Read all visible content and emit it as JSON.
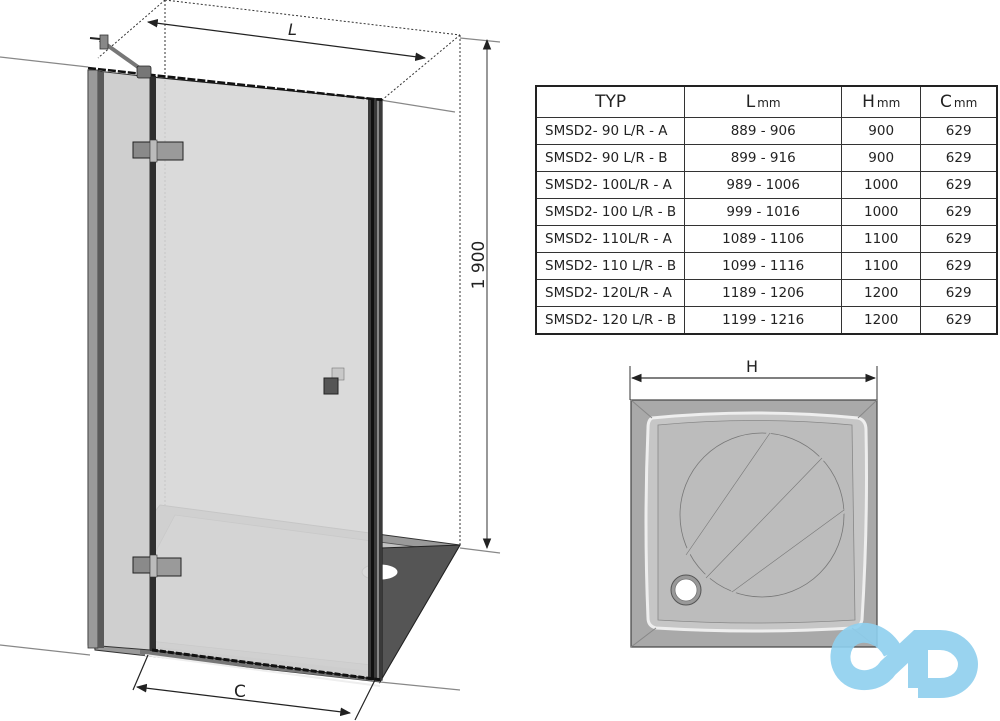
{
  "diagram": {
    "title": "Shower door SMSD2 dimension drawing",
    "door_view": {
      "dimension_L_label": "L",
      "dimension_height_label": "1 900",
      "dimension_C_label": "C"
    },
    "tray_view": {
      "dimension_H_label": "H"
    },
    "watermark": {
      "icon": "infinity-cd-logo-icon",
      "color": "#8ecfee"
    }
  },
  "table": {
    "headers": [
      {
        "main": "TYP",
        "unit": ""
      },
      {
        "main": "L",
        "unit": "mm"
      },
      {
        "main": "H",
        "unit": "mm"
      },
      {
        "main": "C",
        "unit": "mm"
      }
    ],
    "rows": [
      {
        "typ": "SMSD2-  90 L/R - A",
        "l": "889 - 906",
        "h": "900",
        "c": "629"
      },
      {
        "typ": "SMSD2-  90 L/R - B",
        "l": "899 - 916",
        "h": "900",
        "c": "629"
      },
      {
        "typ": "SMSD2- 100L/R - A",
        "l": "989 - 1006",
        "h": "1000",
        "c": "629"
      },
      {
        "typ": "SMSD2- 100 L/R - B",
        "l": "999 - 1016",
        "h": "1000",
        "c": "629"
      },
      {
        "typ": "SMSD2- 110L/R - A",
        "l": "1089 - 1106",
        "h": "1100",
        "c": "629"
      },
      {
        "typ": "SMSD2- 110 L/R - B",
        "l": "1099 - 1116",
        "h": "1100",
        "c": "629"
      },
      {
        "typ": "SMSD2- 120L/R - A",
        "l": "1189 - 1206",
        "h": "1200",
        "c": "629"
      },
      {
        "typ": "SMSD2- 120 L/R - B",
        "l": "1199 - 1216",
        "h": "1200",
        "c": "629"
      }
    ]
  },
  "colors": {
    "glass": "#d4d4d4",
    "frame": "#3a3a3a",
    "tray": "#b8b8b8",
    "tray_dark": "#6e6e6e",
    "line": "#222222"
  }
}
